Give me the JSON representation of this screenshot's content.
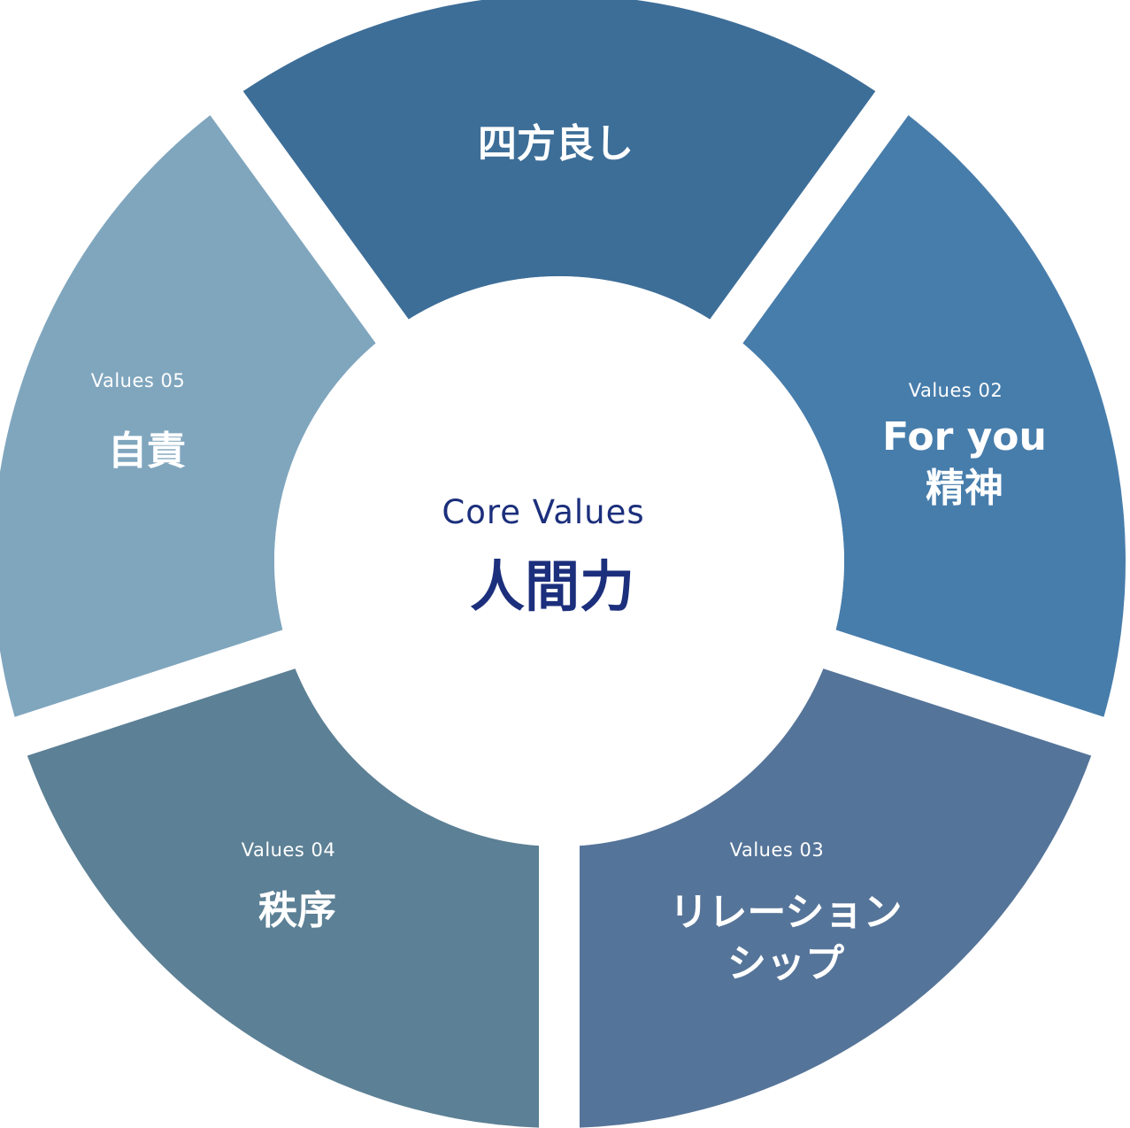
{
  "core": {
    "label": "Core Values",
    "title": "人間力",
    "color": "#1c2f7c"
  },
  "segments": [
    {
      "id": "01",
      "tag": "",
      "lines": [
        "四方良し"
      ],
      "color": "#3d6e98",
      "text_color": "#ffffff"
    },
    {
      "id": "02",
      "tag": "Values 02",
      "lines": [
        "For you",
        "精神"
      ],
      "color": "#477dab",
      "text_color": "#ffffff"
    },
    {
      "id": "03",
      "tag": "Values 03",
      "lines": [
        "リレーション",
        "シップ"
      ],
      "color": "#557499",
      "text_color": "#ffffff"
    },
    {
      "id": "04",
      "tag": "Values 04",
      "lines": [
        "秩序"
      ],
      "color": "#5c8095",
      "text_color": "#ffffff"
    },
    {
      "id": "05",
      "tag": "Values 05",
      "lines": [
        "自責"
      ],
      "color": "#80a6be",
      "text_color": "#ffffff"
    }
  ]
}
